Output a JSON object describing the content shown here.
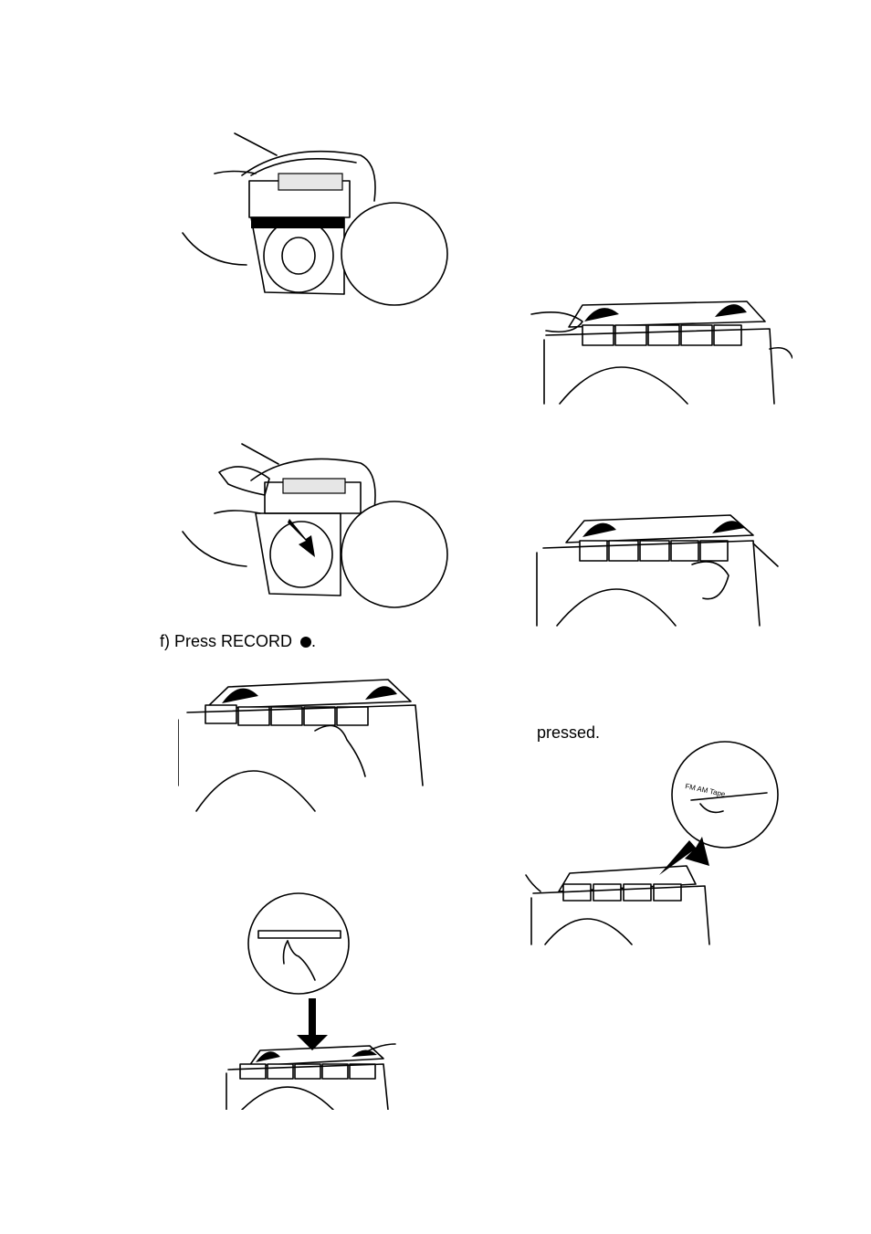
{
  "page": {
    "captions": {
      "press_record": "f)  Press RECORD",
      "pressed": "pressed."
    },
    "icons": {
      "record_symbol": "record-dot-icon"
    },
    "inset_label": "FM  AM  Tape"
  }
}
